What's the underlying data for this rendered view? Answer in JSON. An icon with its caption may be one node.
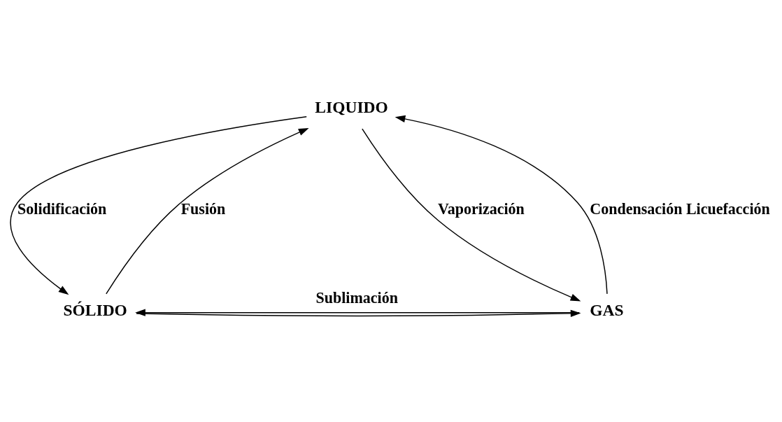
{
  "diagram": {
    "nodes": [
      {
        "text": [
          "LIQUIDO"
        ]
      },
      {
        "text": [
          "SÓLIDO"
        ]
      },
      {
        "text": [
          "GAS"
        ]
      }
    ],
    "edges": [
      {
        "from": 1,
        "to": 0,
        "arrow": "to",
        "label": "Fusión"
      },
      {
        "from": 0,
        "to": 1,
        "arrow": "to",
        "label": "Solidificación"
      },
      {
        "from": 0,
        "to": 2,
        "arrow": "to",
        "label": "Vaporización"
      },
      {
        "from": 2,
        "to": 0,
        "arrow": "to",
        "label": "Condensación Licuefacción"
      },
      {
        "from": 1,
        "to": 2,
        "arrow": "to"
      },
      {
        "from": 2,
        "to": 1,
        "arrow": "to",
        "label": "Sublimación"
      }
    ]
  }
}
